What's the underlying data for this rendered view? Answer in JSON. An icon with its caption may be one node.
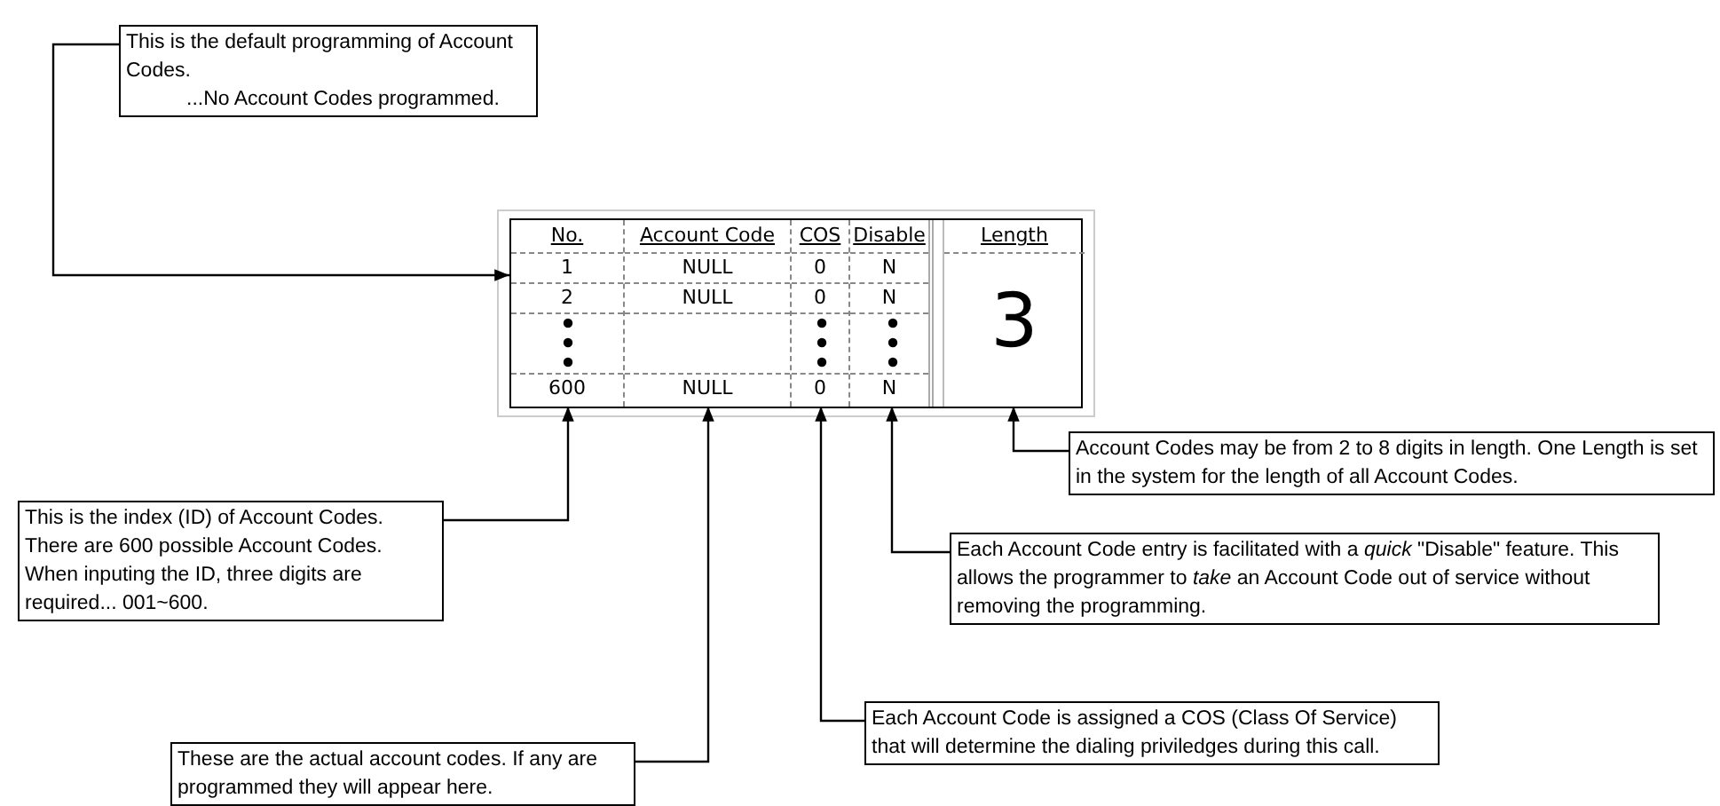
{
  "diagram": {
    "nodes": [
      {
        "text": [
          "This is the default programming of Account Codes.",
          "...No Account Codes programmed."
        ]
      },
      {
        "text": [],
        "shape": "box"
      },
      {
        "text": [],
        "shape": "box",
        "in": 1
      },
      {
        "text": [],
        "shape": "box",
        "in": 1
      },
      {
        "text": [],
        "shape": "box",
        "in": 1
      },
      {
        "text": [],
        "shape": "box",
        "in": 1
      },
      {
        "text": [],
        "shape": "box",
        "in": 1
      },
      {
        "text": [
          "Account Codes may be from 2 to 8 digits in length. One Length is set in the system for the length of all Account Codes."
        ]
      },
      {
        "text": [
          "This is the index (ID) of Account Codes. There are 600 possible Account Codes. When inputing the ID, three digits are required... 001~600."
        ]
      },
      {
        "text": [
          "Each Account Code entry is facilitated with a *quick* \"Disable\" feature. This allows the programmer to *take* an Account Code out of service without removing the programming."
        ]
      },
      {
        "text": [
          "Each Account Code is assigned a COS (Class Of Service) that will determine the dialing priviledges during this call."
        ]
      },
      {
        "text": [
          "These are the actual account codes. If any are programmed they will appear here."
        ]
      }
    ],
    "edges": [
      {
        "from": 0,
        "to": 1,
        "arrow": "to"
      },
      {
        "from": 7,
        "to": 6,
        "arrow": "to"
      },
      {
        "from": 8,
        "to": 2,
        "arrow": "to"
      },
      {
        "from": 9,
        "to": 5,
        "arrow": "to"
      },
      {
        "from": 10,
        "to": 4,
        "arrow": "to"
      },
      {
        "from": 11,
        "to": 3,
        "arrow": "to"
      }
    ],
    "labels": [
      "No.",
      "Account Code",
      "COS",
      "Disable",
      "Length",
      "1",
      "NULL",
      "0",
      "N",
      "3",
      "2",
      "NULL",
      "0",
      "N",
      "600",
      "NULL",
      "0",
      "N"
    ]
  }
}
